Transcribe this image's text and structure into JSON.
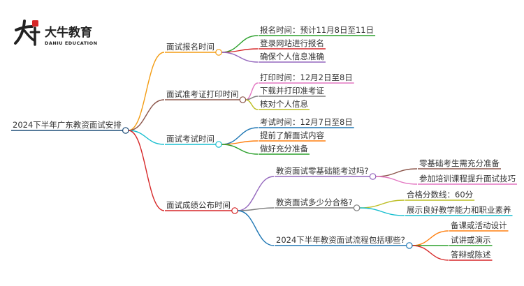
{
  "logo": {
    "name_cn": "大牛教育",
    "name_en": "DANIU EDUCATION"
  },
  "root": {
    "label": "2024下半年广东教资面试安排"
  },
  "branches": [
    {
      "label": "面试报名时间",
      "color": "#f39c12",
      "children": [
        {
          "label": "报名时间：预计11月8日至11日",
          "color": "#2ca02c"
        },
        {
          "label": "登录网站进行报名",
          "color": "#d62728"
        },
        {
          "label": "确保个人信息准确",
          "color": "#9467bd"
        }
      ]
    },
    {
      "label": "面试准考证打印时间",
      "color": "#8c564b",
      "children": [
        {
          "label": "打印时间：12月2日至8日",
          "color": "#e377c2"
        },
        {
          "label": "下载并打印准考证",
          "color": "#7f7f7f"
        },
        {
          "label": "核对个人信息",
          "color": "#bcbd22"
        }
      ]
    },
    {
      "label": "面试考试时间",
      "color": "#17becf",
      "children": [
        {
          "label": "考试时间：12月7日至8日",
          "color": "#1f77b4"
        },
        {
          "label": "提前了解面试内容",
          "color": "#ff7f0e"
        },
        {
          "label": "做好充分准备",
          "color": "#2ca02c"
        }
      ]
    },
    {
      "label": "面试成绩公布时间",
      "color": "#d62728",
      "children": [
        {
          "label": "教资面试零基础能考过吗?",
          "color": "#9467bd",
          "children": [
            {
              "label": "零基础考生需充分准备",
              "color": "#8c564b"
            },
            {
              "label": "参加培训课程提升面试技巧",
              "color": "#e377c2"
            }
          ]
        },
        {
          "label": "教资面试多少分合格?",
          "color": "#7f7f7f",
          "children": [
            {
              "label": "合格分数线：60分",
              "color": "#bcbd22"
            },
            {
              "label": "展示良好教学能力和职业素养",
              "color": "#17becf"
            }
          ]
        },
        {
          "label": "2024下半年教资面试流程包括哪些?",
          "color": "#1f77b4",
          "children": [
            {
              "label": "备课或活动设计",
              "color": "#ff7f0e"
            },
            {
              "label": "试讲或演示",
              "color": "#2ca02c"
            },
            {
              "label": "答辩或陈述",
              "color": "#d62728"
            }
          ]
        }
      ]
    }
  ]
}
